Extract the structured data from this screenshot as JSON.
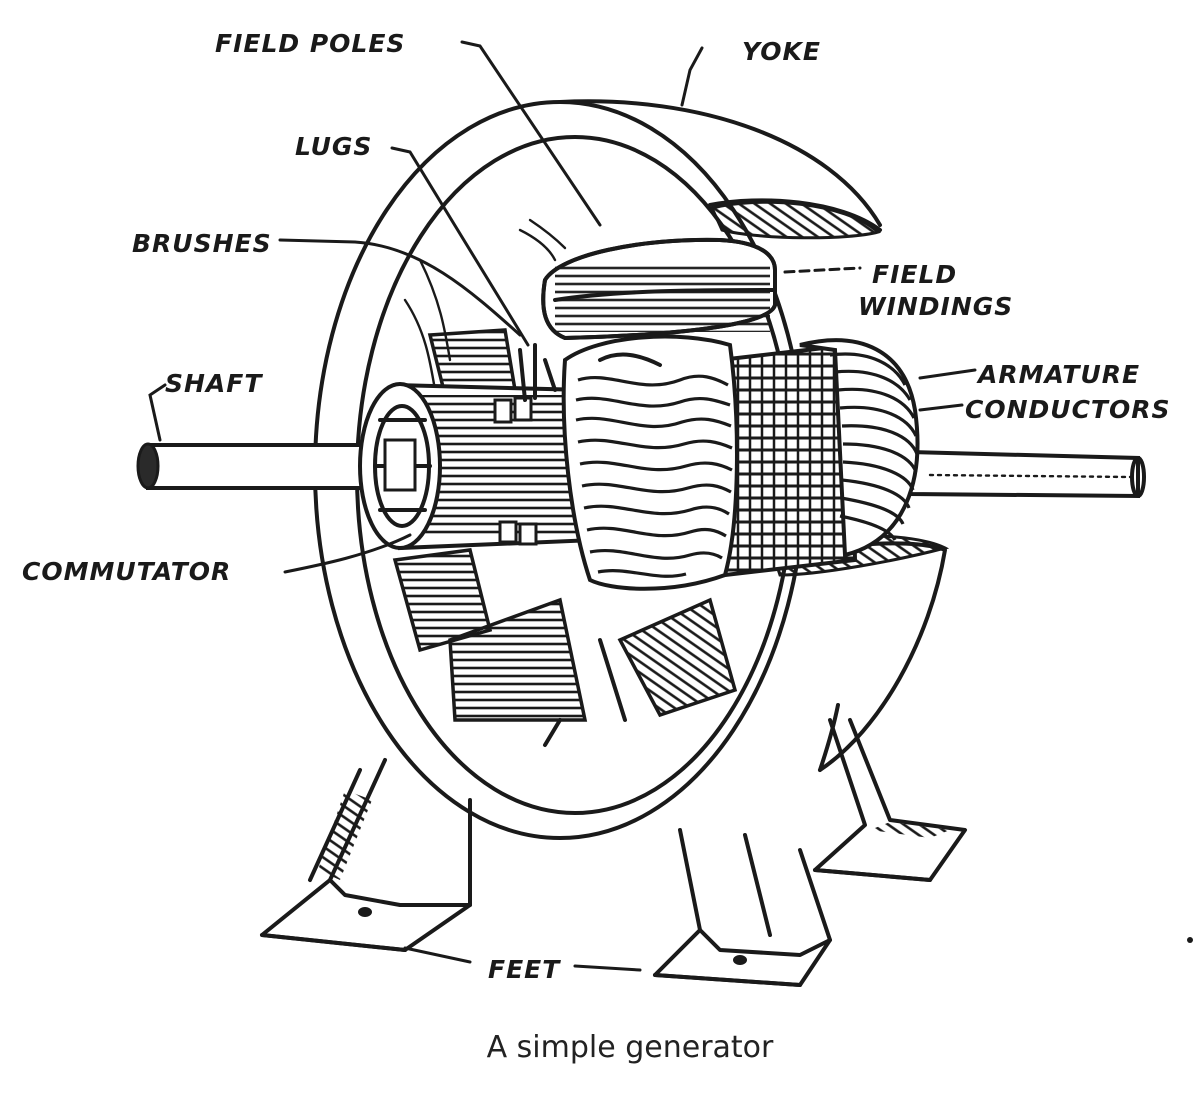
{
  "figure": {
    "caption": "A simple generator",
    "labels": {
      "field_poles": "FIELD POLES",
      "yoke": "YOKE",
      "lugs": "LUGS",
      "brushes": "BRUSHES",
      "field_windings_line1": "FIELD",
      "field_windings_line2": "WINDINGS",
      "shaft": "SHAFT",
      "armature_line1": "ARMATURE",
      "armature_line2": "CONDUCTORS",
      "commutator": "COMMUTATOR",
      "feet": "FEET"
    }
  },
  "colors": {
    "ink": "#1a1a1a",
    "paper": "#ffffff",
    "caption": "#222222"
  }
}
